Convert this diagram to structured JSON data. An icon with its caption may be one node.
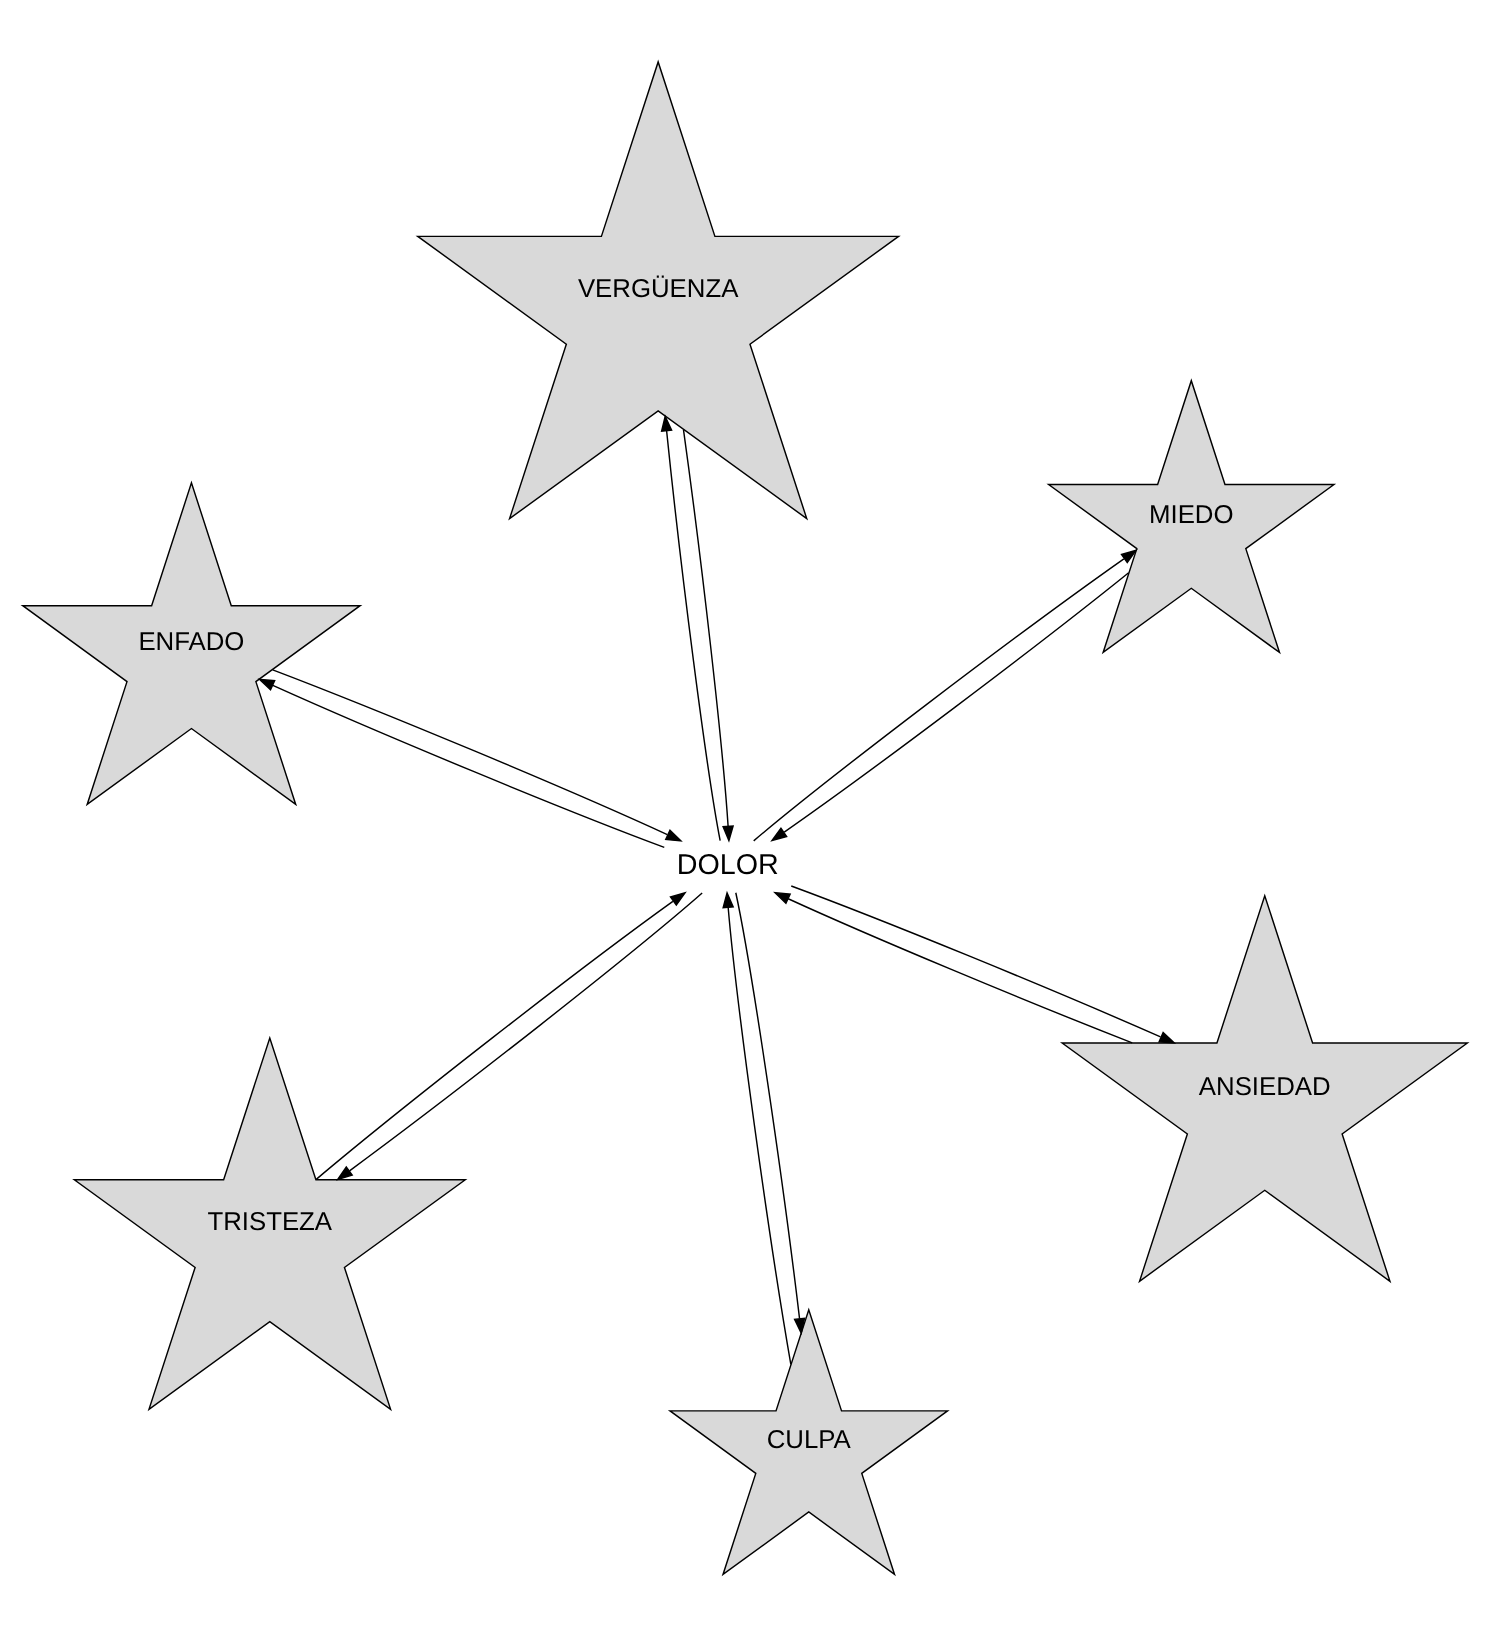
{
  "diagram": {
    "nodes": [
      {
        "text": [
          "ENFADO"
        ]
      },
      {
        "text": [
          "ANSIEDAD"
        ]
      },
      {
        "text": [
          "CULPA"
        ]
      },
      {
        "text": [
          "DOLOR"
        ]
      },
      {
        "text": [
          "MIEDO"
        ]
      },
      {
        "text": [
          "VERGÜENZA"
        ]
      },
      {
        "text": [
          "TRISTEZA"
        ]
      }
    ],
    "edges": [
      {
        "from": 0,
        "to": 3,
        "arrow": "to"
      },
      {
        "from": 3,
        "to": 0,
        "arrow": "to"
      },
      {
        "from": 3,
        "to": 2,
        "arrow": "to"
      },
      {
        "from": 2,
        "to": 3,
        "arrow": "to"
      },
      {
        "from": 3,
        "to": 5,
        "arrow": "to"
      },
      {
        "from": 5,
        "to": 3,
        "arrow": "to"
      },
      {
        "from": 3,
        "to": 6,
        "arrow": "to"
      },
      {
        "from": 6,
        "to": 3,
        "arrow": "to"
      },
      {
        "from": 4,
        "to": 3,
        "arrow": "to"
      },
      {
        "from": 3,
        "to": 4,
        "arrow": "to"
      },
      {
        "from": 1,
        "to": 3,
        "arrow": "to"
      },
      {
        "from": 3,
        "to": 1,
        "arrow": "to"
      }
    ]
  }
}
